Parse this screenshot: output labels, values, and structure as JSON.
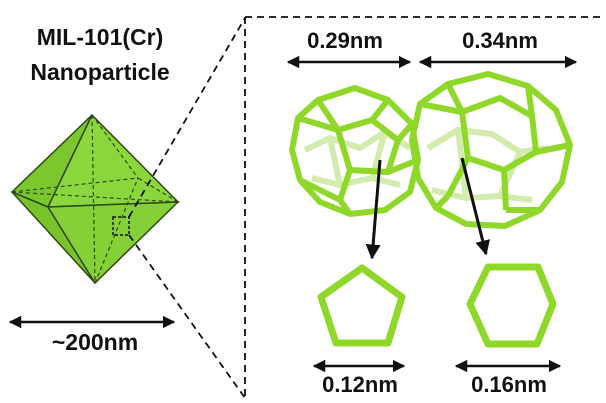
{
  "particle": {
    "title_line1": "MIL-101(Cr)",
    "title_line2": "Nanoparticle",
    "size_label": "~200nm"
  },
  "cages": {
    "small_cage_label": "0.29nm",
    "large_cage_label": "0.34nm"
  },
  "windows": {
    "pentagon_label": "0.12nm",
    "hexagon_label": "0.16nm"
  },
  "colors": {
    "crystal_fill": "#86d23a",
    "cage_stroke": "#8fd82a",
    "cage_back": "#cdeaa0",
    "ink": "#111111"
  }
}
